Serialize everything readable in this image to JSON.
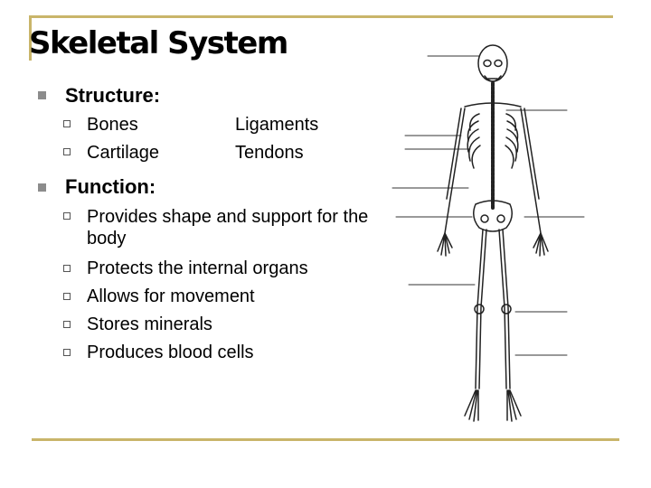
{
  "slide": {
    "title": "Skeletal System",
    "structure": {
      "heading": "Structure:",
      "left_items": [
        "Bones",
        "Cartilage"
      ],
      "right_items": [
        "Ligaments",
        "Tendons"
      ]
    },
    "function": {
      "heading": "Function:",
      "items": [
        "Provides shape and support for the body",
        "Protects the internal organs",
        "Allows for movement",
        "Stores minerals",
        "Produces blood cells"
      ]
    }
  },
  "colors": {
    "frame": "#c9b56a",
    "bullet": "#8c8c8c"
  },
  "illustration": {
    "subject": "human-skeleton",
    "label_lines": 10
  }
}
